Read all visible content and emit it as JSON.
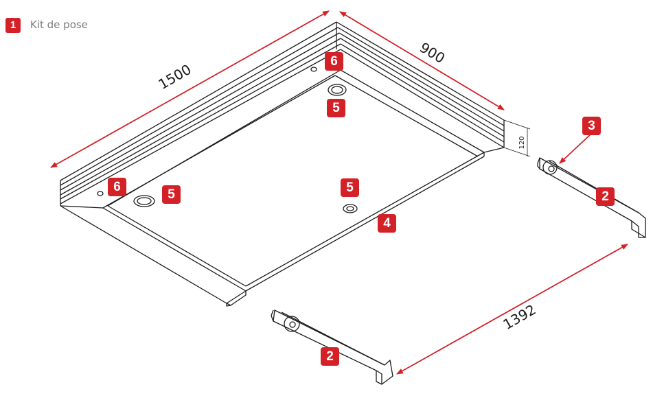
{
  "legend": {
    "number": "1",
    "text": "Kit de pose"
  },
  "dimensions": {
    "length": "1500",
    "width": "900",
    "height": "120",
    "rail_span": "1392"
  },
  "callouts": {
    "c6_top": "6",
    "c5_top": "5",
    "c3": "3",
    "c2_right": "2",
    "c6_left": "6",
    "c5_left": "5",
    "c5_mid": "5",
    "c4": "4",
    "c2_bottom": "2"
  },
  "colors": {
    "accent": "#d42027",
    "line": "#1a1a1a",
    "legend_text": "#7a7a7a"
  }
}
